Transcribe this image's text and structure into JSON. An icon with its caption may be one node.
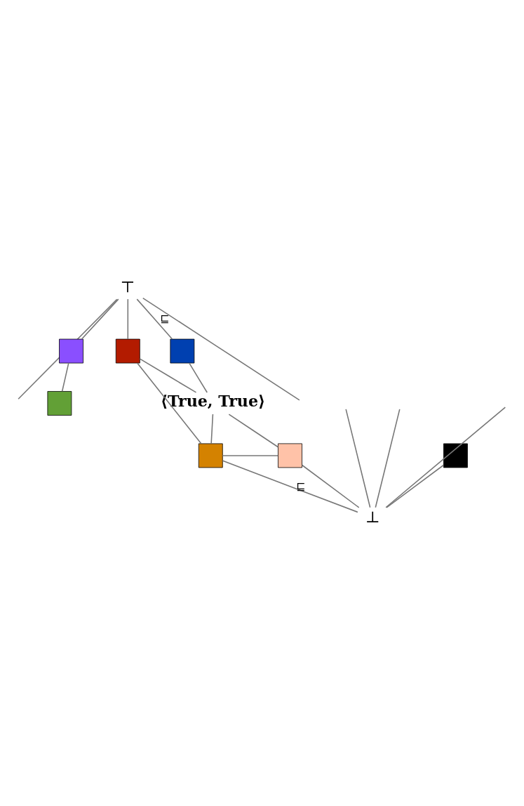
{
  "diagram": {
    "nodes": [
      {
        "text": [
          "⊤"
        ]
      },
      {
        "text": [],
        "shape": "box"
      },
      {
        "text": [],
        "shape": "box"
      },
      {
        "text": [],
        "shape": "box"
      },
      {
        "text": [],
        "shape": "box"
      },
      {
        "text": [
          "⟨True, True⟩"
        ]
      },
      {
        "text": [],
        "shape": "box"
      },
      {
        "text": [],
        "shape": "box"
      },
      {
        "text": [],
        "shape": "box"
      },
      {
        "text": [
          "⊥"
        ]
      }
    ],
    "edges": [
      {
        "from": 0,
        "to": null,
        "arrow": "none"
      },
      {
        "from": 0,
        "to": 2,
        "arrow": "none",
        "label": "⊑"
      },
      {
        "from": 0,
        "to": 1,
        "arrow": "none"
      },
      {
        "from": 0,
        "to": 4,
        "arrow": "none"
      },
      {
        "from": 0,
        "to": null,
        "arrow": "none"
      },
      {
        "from": 1,
        "to": 3,
        "arrow": "none"
      },
      {
        "from": 2,
        "to": 5,
        "arrow": "none"
      },
      {
        "from": 4,
        "to": 5,
        "arrow": "none"
      },
      {
        "from": 4,
        "to": 6,
        "arrow": "none"
      },
      {
        "from": 5,
        "to": 7,
        "arrow": "none"
      },
      {
        "from": 5,
        "to": 6,
        "arrow": "none"
      },
      {
        "from": 7,
        "to": 6,
        "arrow": "none"
      },
      {
        "from": 7,
        "to": 9,
        "arrow": "none"
      },
      {
        "from": 6,
        "to": 9,
        "arrow": "none",
        "label": "⊑"
      },
      {
        "from": 8,
        "to": 9,
        "arrow": "none"
      },
      {
        "from": null,
        "to": 9,
        "arrow": "none"
      },
      {
        "from": null,
        "to": 9,
        "arrow": "none"
      },
      {
        "from": null,
        "to": 9,
        "arrow": "none"
      }
    ]
  }
}
